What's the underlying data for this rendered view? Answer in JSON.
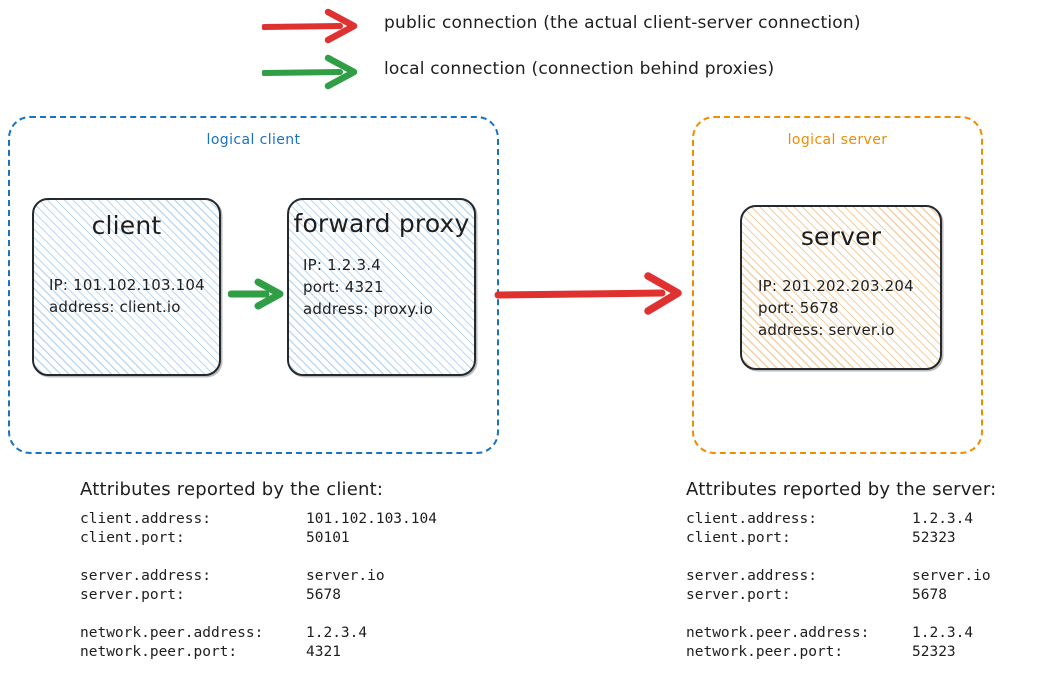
{
  "colors": {
    "public_connection": "#e03131",
    "local_connection": "#2f9e44",
    "client_group_border": "#1971c2",
    "server_group_border": "#f08c00",
    "node_border": "#24292e",
    "node_blue_hatch": "#bcd9f0",
    "node_orange_hatch": "#f3cfa4",
    "text": "#1e1e1e"
  },
  "legend": {
    "items": [
      {
        "arrow_name": "red-arrow-icon",
        "color": "#e03131",
        "label": "public connection (the actual client-server connection)"
      },
      {
        "arrow_name": "green-arrow-icon",
        "color": "#2f9e44",
        "label": "local connection (connection behind proxies)"
      }
    ]
  },
  "groups": {
    "client": {
      "label": "logical client",
      "nodes": {
        "client": {
          "title": "client",
          "details": "IP: 101.102.103.104\naddress: client.io"
        },
        "proxy": {
          "title": "forward\nproxy",
          "details": "IP: 1.2.3.4\nport: 4321\naddress: proxy.io"
        }
      }
    },
    "server": {
      "label": "logical server",
      "nodes": {
        "server": {
          "title": "server",
          "details": "IP: 201.202.203.204\nport: 5678\naddress: server.io"
        }
      }
    }
  },
  "connections": {
    "local": {
      "name": "local-connection-arrow",
      "from": "client",
      "to": "forward proxy",
      "color": "#2f9e44"
    },
    "public": {
      "name": "public-connection-arrow",
      "from": "logical client",
      "to": "logical server",
      "color": "#e03131"
    }
  },
  "attributes": {
    "client": {
      "title": "Attributes reported by the client:",
      "rows": [
        {
          "key": "client.address:",
          "value": "101.102.103.104"
        },
        {
          "key": "client.port:",
          "value": "50101"
        },
        {
          "key": "",
          "value": ""
        },
        {
          "key": "server.address:",
          "value": "server.io"
        },
        {
          "key": "server.port:",
          "value": "5678"
        },
        {
          "key": "",
          "value": ""
        },
        {
          "key": "network.peer.address:",
          "value": "1.2.3.4"
        },
        {
          "key": "network.peer.port:",
          "value": "4321"
        }
      ]
    },
    "server": {
      "title": "Attributes reported by the server:",
      "rows": [
        {
          "key": "client.address:",
          "value": "1.2.3.4"
        },
        {
          "key": "client.port:",
          "value": "52323"
        },
        {
          "key": "",
          "value": ""
        },
        {
          "key": "server.address:",
          "value": "server.io"
        },
        {
          "key": "server.port:",
          "value": "5678"
        },
        {
          "key": "",
          "value": ""
        },
        {
          "key": "network.peer.address:",
          "value": "1.2.3.4"
        },
        {
          "key": "network.peer.port:",
          "value": "52323"
        }
      ]
    }
  }
}
